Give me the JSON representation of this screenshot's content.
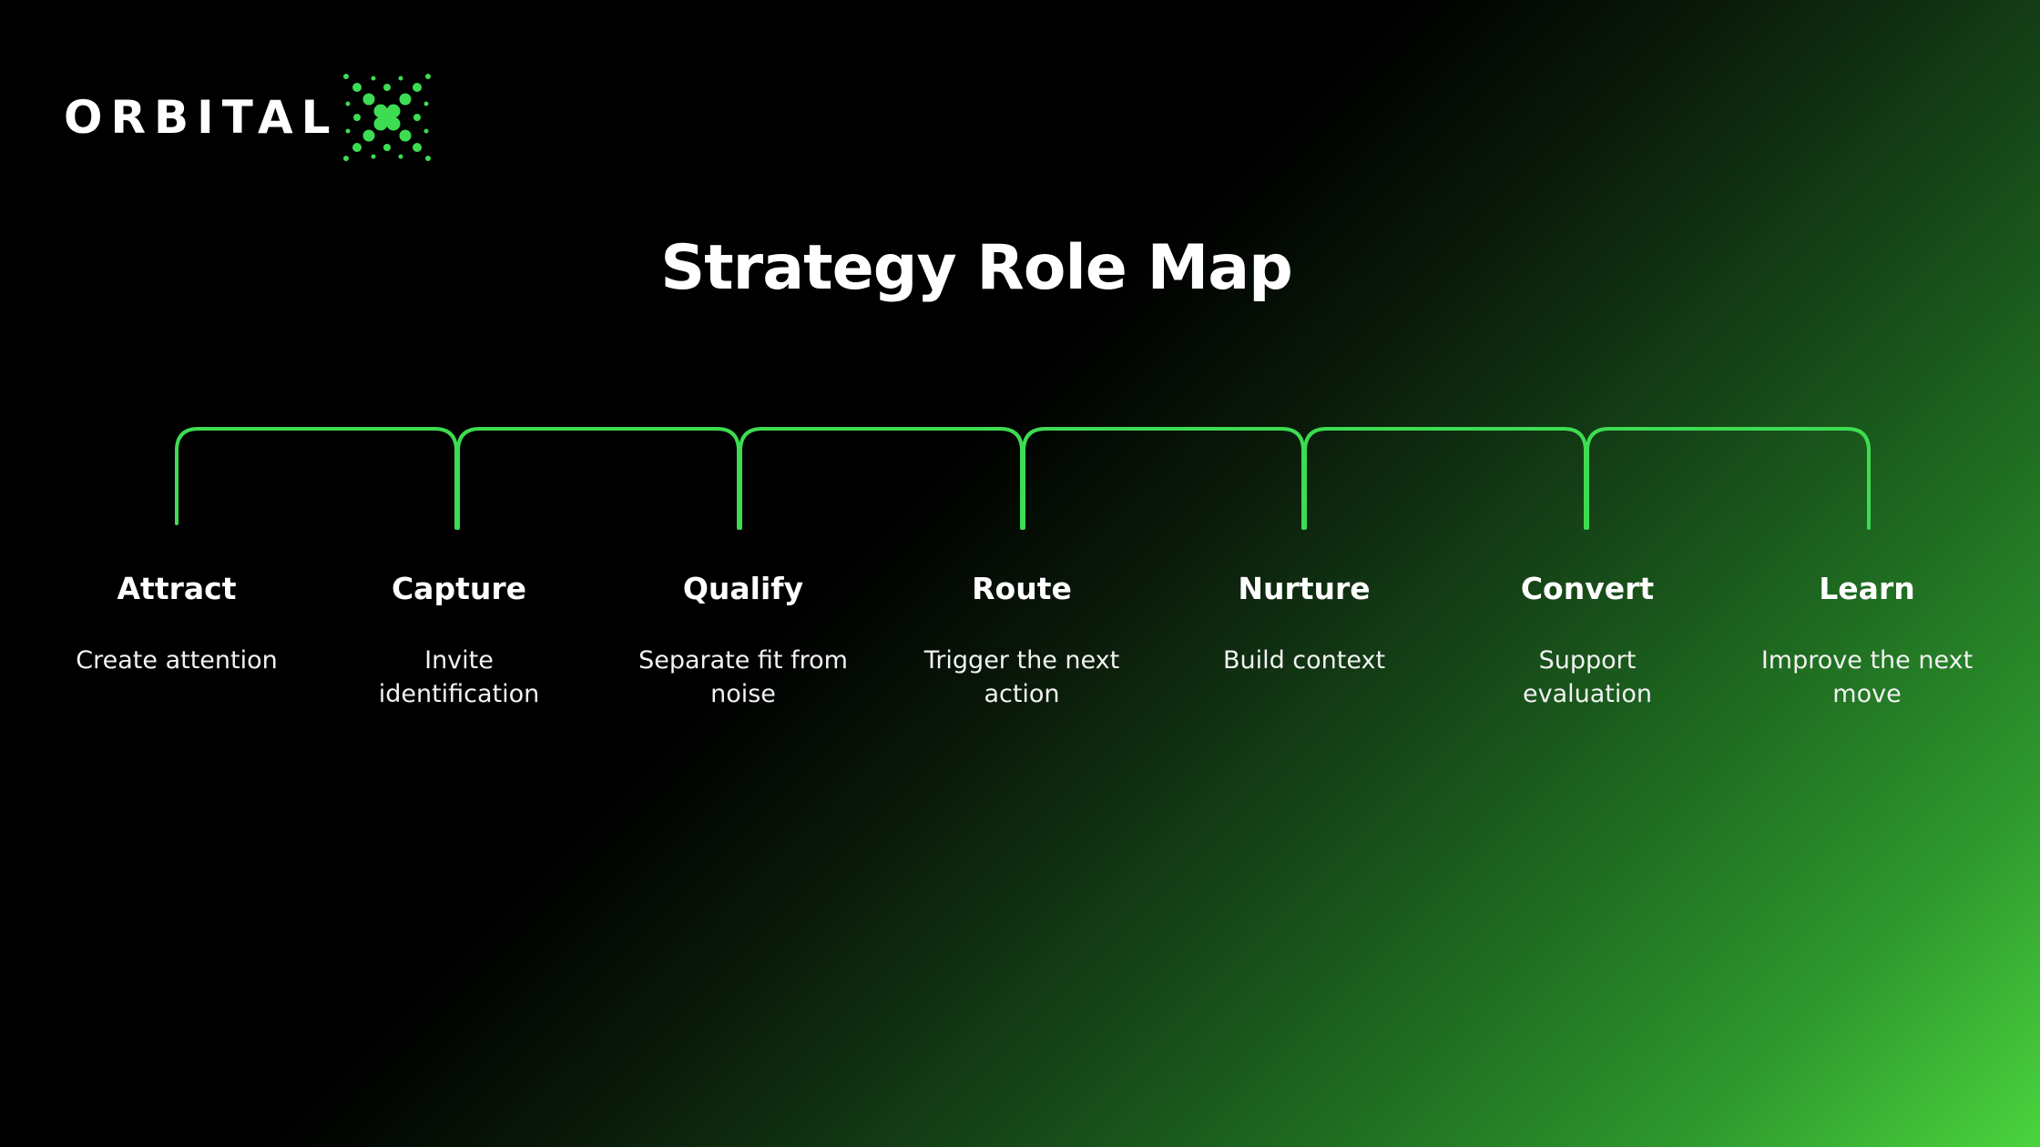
{
  "brand": {
    "name": "ORBITAL",
    "mark_icon": "x-dot-mark-icon",
    "accent": "#3ddc52"
  },
  "title": "Strategy Role Map",
  "stages": [
    {
      "label": "Attract",
      "description": "Create attention"
    },
    {
      "label": "Capture",
      "description": "Invite identification"
    },
    {
      "label": "Qualify",
      "description": "Separate fit from noise"
    },
    {
      "label": "Route",
      "description": "Trigger the next action"
    },
    {
      "label": "Nurture",
      "description": "Build context"
    },
    {
      "label": "Convert",
      "description": "Support evaluation"
    },
    {
      "label": "Learn",
      "description": "Improve the next move"
    }
  ],
  "colors": {
    "background_start": "#000000",
    "background_end": "#4bd43e",
    "connector": "#3ddc52"
  }
}
